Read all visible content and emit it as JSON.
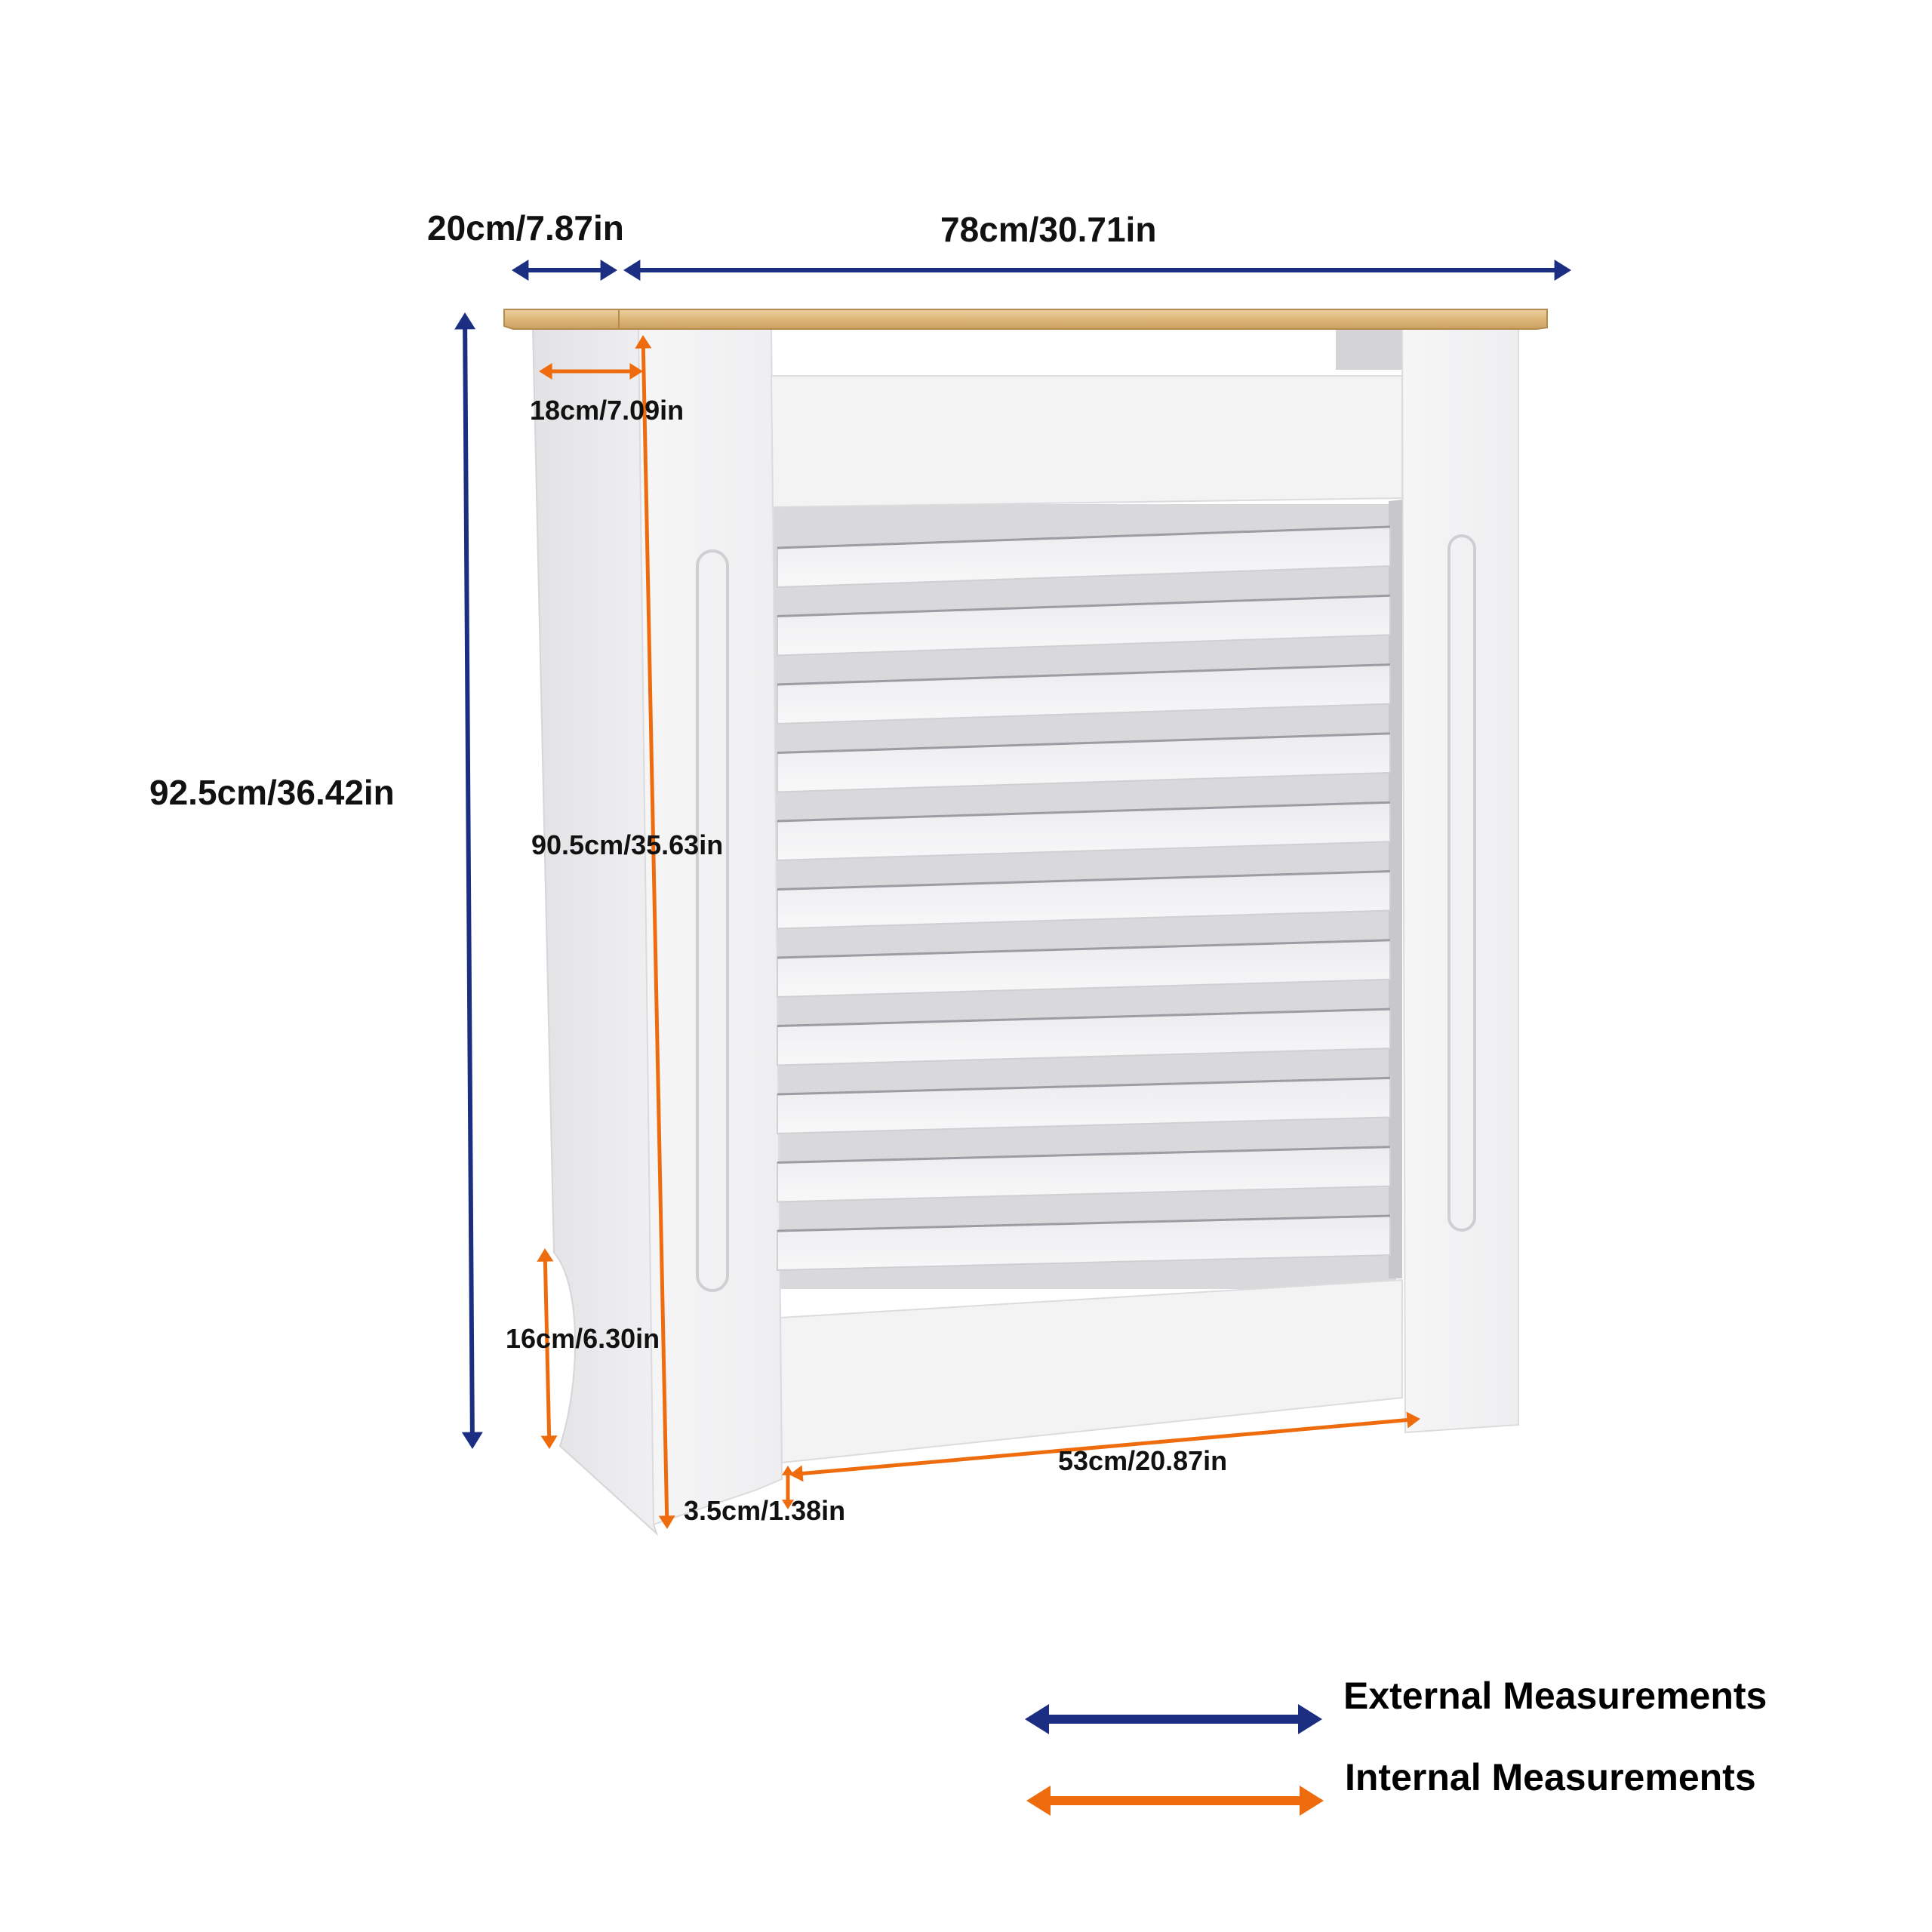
{
  "colors": {
    "external": "#1c2e82",
    "internal": "#ef6c0e",
    "wood": "#e3bf86",
    "panel": "#f4f4f5",
    "shadow": "#bcbcc0",
    "background": "#ffffff"
  },
  "dimensions": {
    "depth_outer": "20cm/7.87in",
    "width_outer": "78cm/30.71in",
    "height_outer": "92.5cm/36.42in",
    "depth_inner": "18cm/7.09in",
    "height_inner": "90.5cm/35.63in",
    "foot_cutout": "16cm/6.30in",
    "width_inner": "53cm/20.87in",
    "bottom_gap": "3.5cm/1.38in"
  },
  "legend": {
    "external_label": "External Measurements",
    "internal_label": "Internal Measurements"
  }
}
